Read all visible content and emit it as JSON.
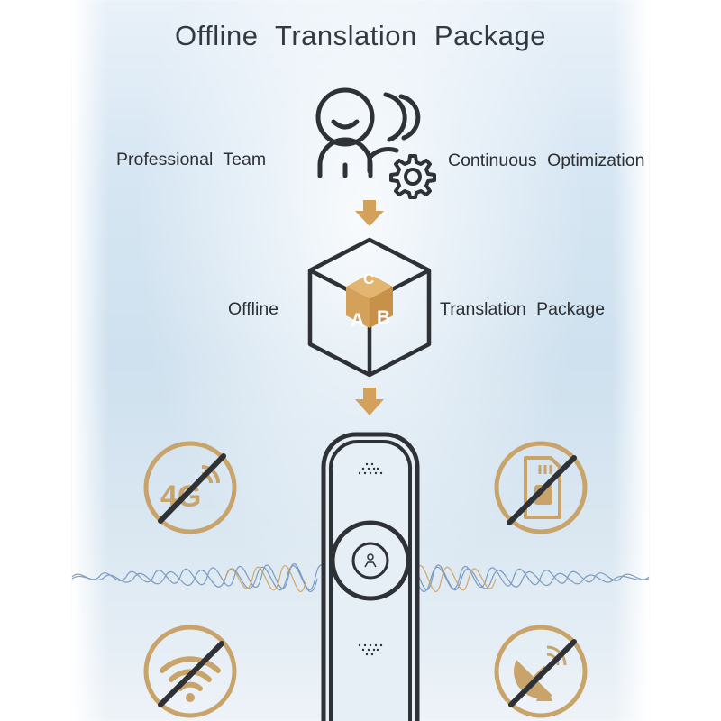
{
  "title": "Offline  Translation  Package",
  "labels": {
    "professional_team": "Professional  Team",
    "continuous_optimization": "Continuous  Optimization",
    "offline": "Offline",
    "translation_package": "Translation  Package"
  },
  "cube_letters": {
    "top": "C",
    "left": "A",
    "right": "B"
  },
  "badges": [
    {
      "name": "no-4g-icon",
      "text": "4G"
    },
    {
      "name": "no-sim-card-icon",
      "text": ""
    },
    {
      "name": "no-wifi-icon",
      "text": ""
    },
    {
      "name": "no-satellite-icon",
      "text": ""
    }
  ],
  "colors": {
    "accent": "#d4a15a",
    "badge": "#c8a36a",
    "line": "#2e3136",
    "background": "#d6e6f3"
  }
}
